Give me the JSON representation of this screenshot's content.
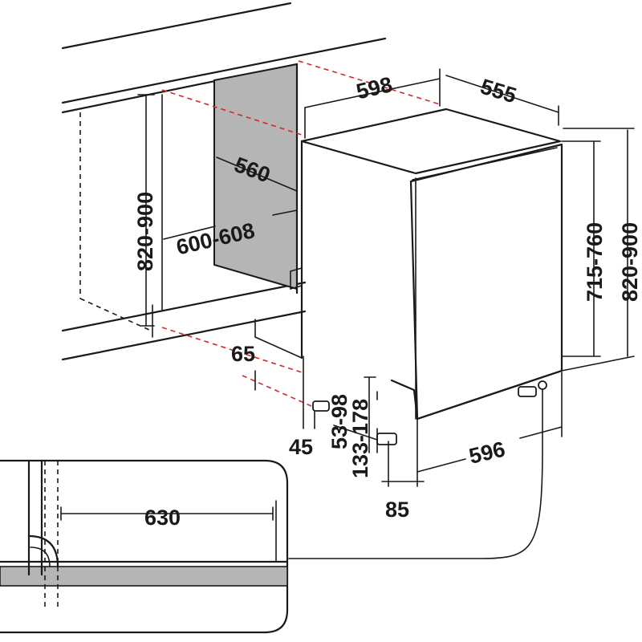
{
  "colors": {
    "line": "#1a1a1a",
    "wall_panel": "#b5b5b5",
    "red_dash": "#d9262b",
    "floor_bar": "#b5b5b5"
  },
  "dimensions": {
    "niche_width": "598",
    "niche_depth": "555",
    "side_depth": "560",
    "panel_offset": "600-608",
    "left_height": "820-900",
    "right_height_inner": "715-760",
    "right_height_outer": "820-900",
    "toe_gap": "65",
    "toe_depth": "45",
    "foot_height_small": "53-98",
    "foot_height_large": "133-178",
    "appliance_width": "596",
    "front_offset": "85",
    "door_swing": "630"
  }
}
